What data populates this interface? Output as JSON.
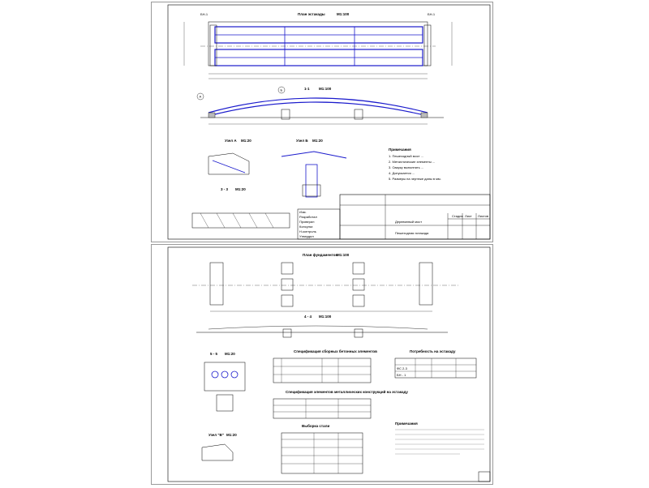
{
  "sheet1": {
    "plan_title": "План эстакады",
    "plan_scale": "М1:100",
    "section_title": "1-1",
    "section_scale": "М1:100",
    "node_a_title": "Узел А",
    "node_a_scale": "М1:20",
    "node_b_title": "Узел Б",
    "node_b_scale": "М1:20",
    "section33_title": "3 - 3",
    "section33_scale": "М1:20",
    "label_bn1": "БН-1",
    "label_a": "A",
    "label_b": "Б",
    "notes_heading": "Примечания",
    "notes": [
      "1. Пешеходный мост ...",
      "2. Металлические элементы ...",
      "3. Сварку выполнять ...",
      "4. Допускается ...",
      "5. Размеры на чертеже даны в мм."
    ],
    "stamp_title": "Деревянный мост",
    "stamp_sheet_label": "Пешеходная эстакада",
    "stamp_cols": [
      "Стадия",
      "Лист",
      "Листов"
    ],
    "stamp_rows": [
      "Изм.",
      "Разработал",
      "Проверил",
      "Консульт.",
      "Н.контроль",
      "Утвердил"
    ]
  },
  "sheet2": {
    "found_title": "План фундаментов",
    "found_scale": "М1:100",
    "section44_title": "4 - 4",
    "section44_scale": "М1:100",
    "section55_title": "5 - 5",
    "section55_scale": "М1:20",
    "node_v_title": "Узел \"В\"",
    "node_v_scale": "М1:20",
    "spec1_title": "Спецификация сборных бетонных элементов",
    "spec2_title": "Спецификация элементов металлических конструкций на эстакаду",
    "steel_title": "Выборка стали",
    "found_table_title": "Потребность на эстакаду",
    "notes_heading": "Примечания",
    "found_row1": "ФС 2-3",
    "found_row2": "БН - 1"
  }
}
